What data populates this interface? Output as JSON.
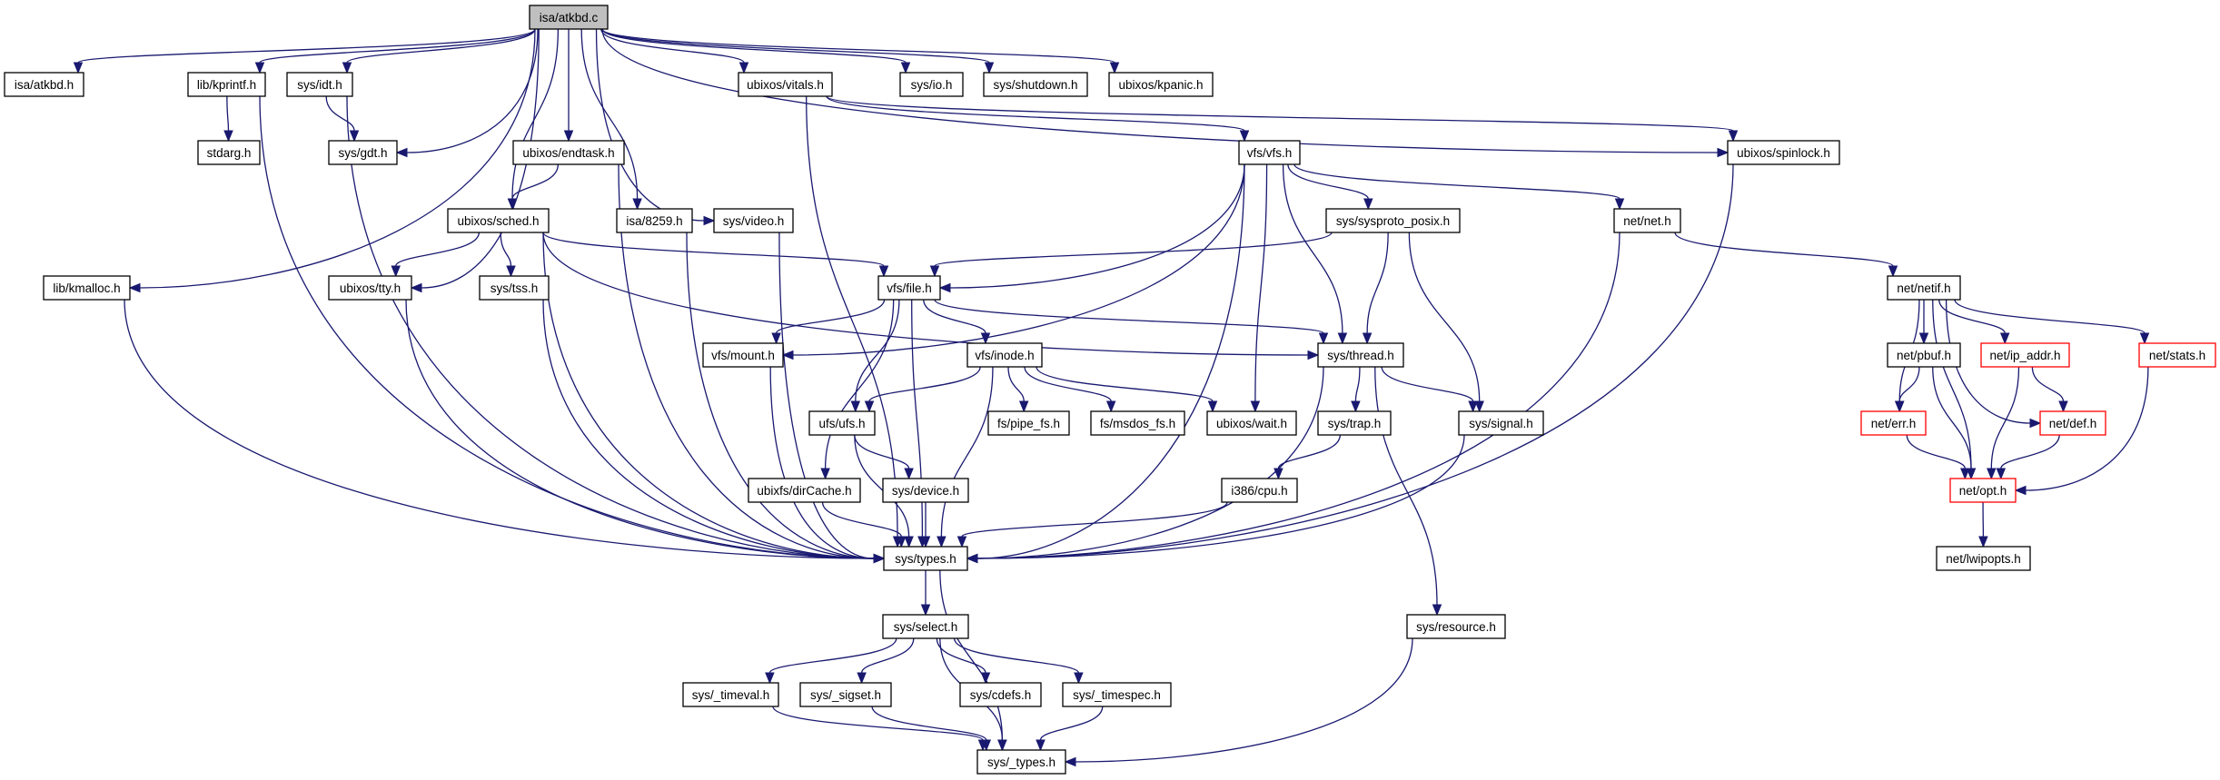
{
  "title": "isa/atkbd.c include dependency graph",
  "colors": {
    "edge": "#191970",
    "root_fill": "#bfbfbf",
    "node_fill": "#ffffff",
    "node_border": "#000000",
    "truncated_border": "#ff0000"
  },
  "nodes": [
    {
      "id": "atkbd_c",
      "label": "isa/atkbd.c",
      "root": true
    },
    {
      "id": "atkbd_h",
      "label": "isa/atkbd.h"
    },
    {
      "id": "kprintf",
      "label": "lib/kprintf.h"
    },
    {
      "id": "idt",
      "label": "sys/idt.h"
    },
    {
      "id": "vitals",
      "label": "ubixos/vitals.h"
    },
    {
      "id": "io",
      "label": "sys/io.h"
    },
    {
      "id": "shutdown",
      "label": "sys/shutdown.h"
    },
    {
      "id": "kpanic",
      "label": "ubixos/kpanic.h"
    },
    {
      "id": "stdarg",
      "label": "stdarg.h"
    },
    {
      "id": "gdt",
      "label": "sys/gdt.h"
    },
    {
      "id": "endtask",
      "label": "ubixos/endtask.h"
    },
    {
      "id": "vfs",
      "label": "vfs/vfs.h"
    },
    {
      "id": "spinlock",
      "label": "ubixos/spinlock.h"
    },
    {
      "id": "sched",
      "label": "ubixos/sched.h"
    },
    {
      "id": "i8259",
      "label": "isa/8259.h"
    },
    {
      "id": "video",
      "label": "sys/video.h"
    },
    {
      "id": "sysproto",
      "label": "sys/sysproto_posix.h"
    },
    {
      "id": "net",
      "label": "net/net.h"
    },
    {
      "id": "kmalloc",
      "label": "lib/kmalloc.h"
    },
    {
      "id": "tty",
      "label": "ubixos/tty.h"
    },
    {
      "id": "tss",
      "label": "sys/tss.h"
    },
    {
      "id": "file",
      "label": "vfs/file.h"
    },
    {
      "id": "netif",
      "label": "net/netif.h"
    },
    {
      "id": "mount",
      "label": "vfs/mount.h"
    },
    {
      "id": "inode",
      "label": "vfs/inode.h"
    },
    {
      "id": "thread",
      "label": "sys/thread.h"
    },
    {
      "id": "pbuf",
      "label": "net/pbuf.h"
    },
    {
      "id": "ip_addr",
      "label": "net/ip_addr.h",
      "truncated": true
    },
    {
      "id": "stats",
      "label": "net/stats.h",
      "truncated": true
    },
    {
      "id": "ufs",
      "label": "ufs/ufs.h"
    },
    {
      "id": "pipe_fs",
      "label": "fs/pipe_fs.h"
    },
    {
      "id": "msdos_fs",
      "label": "fs/msdos_fs.h"
    },
    {
      "id": "wait",
      "label": "ubixos/wait.h"
    },
    {
      "id": "trap",
      "label": "sys/trap.h"
    },
    {
      "id": "signal",
      "label": "sys/signal.h"
    },
    {
      "id": "err",
      "label": "net/err.h",
      "truncated": true
    },
    {
      "id": "def",
      "label": "net/def.h",
      "truncated": true
    },
    {
      "id": "dircache",
      "label": "ubixfs/dirCache.h"
    },
    {
      "id": "device",
      "label": "sys/device.h"
    },
    {
      "id": "cpu",
      "label": "i386/cpu.h"
    },
    {
      "id": "opt",
      "label": "net/opt.h",
      "truncated": true
    },
    {
      "id": "types",
      "label": "sys/types.h"
    },
    {
      "id": "lwipopts",
      "label": "net/lwipopts.h"
    },
    {
      "id": "select",
      "label": "sys/select.h"
    },
    {
      "id": "resource",
      "label": "sys/resource.h"
    },
    {
      "id": "timeval",
      "label": "sys/_timeval.h"
    },
    {
      "id": "sigset",
      "label": "sys/_sigset.h"
    },
    {
      "id": "cdefs",
      "label": "sys/cdefs.h"
    },
    {
      "id": "timespec",
      "label": "sys/_timespec.h"
    },
    {
      "id": "_types",
      "label": "sys/_types.h"
    }
  ],
  "edges": [
    [
      "atkbd_c",
      "atkbd_h"
    ],
    [
      "atkbd_c",
      "kprintf"
    ],
    [
      "atkbd_c",
      "idt"
    ],
    [
      "atkbd_c",
      "gdt"
    ],
    [
      "atkbd_c",
      "kmalloc"
    ],
    [
      "atkbd_c",
      "tty"
    ],
    [
      "atkbd_c",
      "sched"
    ],
    [
      "atkbd_c",
      "endtask"
    ],
    [
      "atkbd_c",
      "i8259"
    ],
    [
      "atkbd_c",
      "video"
    ],
    [
      "atkbd_c",
      "vitals"
    ],
    [
      "atkbd_c",
      "io"
    ],
    [
      "atkbd_c",
      "shutdown"
    ],
    [
      "atkbd_c",
      "kpanic"
    ],
    [
      "atkbd_c",
      "spinlock"
    ],
    [
      "kprintf",
      "stdarg"
    ],
    [
      "kprintf",
      "types"
    ],
    [
      "idt",
      "gdt"
    ],
    [
      "idt",
      "types"
    ],
    [
      "kmalloc",
      "types"
    ],
    [
      "vitals",
      "vfs"
    ],
    [
      "vitals",
      "spinlock"
    ],
    [
      "vitals",
      "types"
    ],
    [
      "endtask",
      "sched"
    ],
    [
      "endtask",
      "types"
    ],
    [
      "sched",
      "tty"
    ],
    [
      "sched",
      "tss"
    ],
    [
      "sched",
      "file"
    ],
    [
      "sched",
      "thread"
    ],
    [
      "sched",
      "types"
    ],
    [
      "i8259",
      "types"
    ],
    [
      "video",
      "types"
    ],
    [
      "tty",
      "types"
    ],
    [
      "tss",
      "types"
    ],
    [
      "vfs",
      "mount"
    ],
    [
      "vfs",
      "file"
    ],
    [
      "vfs",
      "wait"
    ],
    [
      "vfs",
      "thread"
    ],
    [
      "vfs",
      "sysproto"
    ],
    [
      "vfs",
      "net"
    ],
    [
      "vfs",
      "types"
    ],
    [
      "sysproto",
      "file"
    ],
    [
      "sysproto",
      "thread"
    ],
    [
      "sysproto",
      "signal"
    ],
    [
      "net",
      "netif"
    ],
    [
      "net",
      "types"
    ],
    [
      "spinlock",
      "types"
    ],
    [
      "file",
      "mount"
    ],
    [
      "file",
      "ufs"
    ],
    [
      "file",
      "dircache"
    ],
    [
      "file",
      "inode"
    ],
    [
      "file",
      "thread"
    ],
    [
      "file",
      "types"
    ],
    [
      "mount",
      "types"
    ],
    [
      "inode",
      "ufs"
    ],
    [
      "inode",
      "pipe_fs"
    ],
    [
      "inode",
      "msdos_fs"
    ],
    [
      "inode",
      "wait"
    ],
    [
      "inode",
      "types"
    ],
    [
      "thread",
      "trap"
    ],
    [
      "thread",
      "signal"
    ],
    [
      "thread",
      "resource"
    ],
    [
      "thread",
      "types"
    ],
    [
      "trap",
      "cpu"
    ],
    [
      "cpu",
      "types"
    ],
    [
      "signal",
      "types"
    ],
    [
      "ufs",
      "device"
    ],
    [
      "ufs",
      "types"
    ],
    [
      "device",
      "types"
    ],
    [
      "dircache",
      "types"
    ],
    [
      "types",
      "select"
    ],
    [
      "types",
      "_types"
    ],
    [
      "select",
      "timeval"
    ],
    [
      "select",
      "sigset"
    ],
    [
      "select",
      "cdefs"
    ],
    [
      "select",
      "timespec"
    ],
    [
      "select",
      "_types"
    ],
    [
      "timeval",
      "_types"
    ],
    [
      "sigset",
      "_types"
    ],
    [
      "timespec",
      "_types"
    ],
    [
      "resource",
      "_types"
    ],
    [
      "netif",
      "pbuf"
    ],
    [
      "netif",
      "ip_addr"
    ],
    [
      "netif",
      "stats"
    ],
    [
      "netif",
      "err"
    ],
    [
      "netif",
      "def"
    ],
    [
      "netif",
      "opt"
    ],
    [
      "pbuf",
      "err"
    ],
    [
      "pbuf",
      "opt"
    ],
    [
      "ip_addr",
      "def"
    ],
    [
      "ip_addr",
      "opt"
    ],
    [
      "err",
      "opt"
    ],
    [
      "def",
      "opt"
    ],
    [
      "stats",
      "opt"
    ],
    [
      "opt",
      "lwipopts"
    ]
  ]
}
